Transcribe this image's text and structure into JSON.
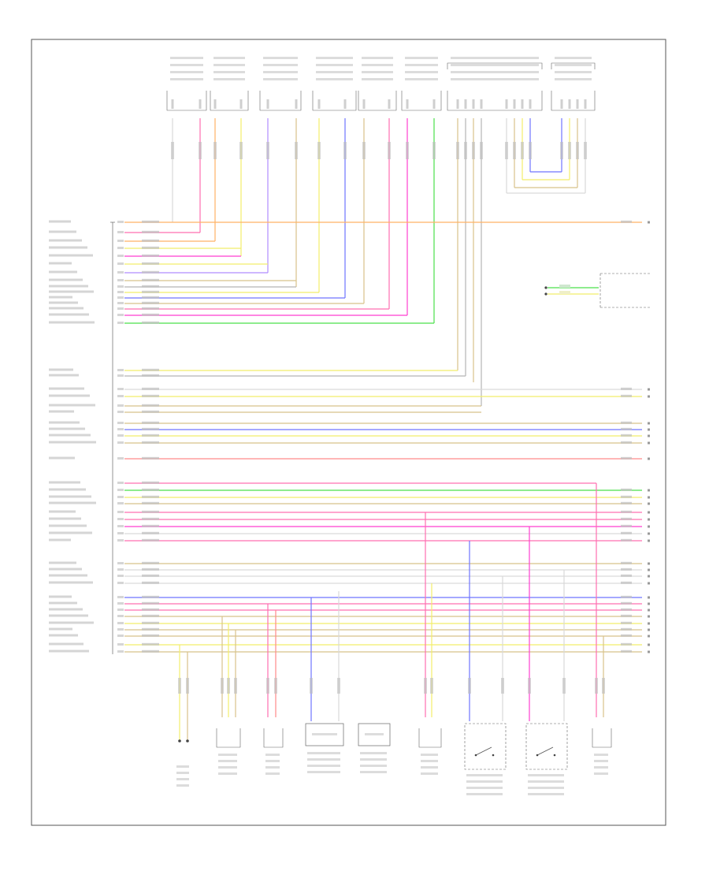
{
  "diagram": {
    "figure_ref": "",
    "module_label": "",
    "colors": {
      "orange": "#ffb266",
      "pink": "#ff6fb0",
      "magenta": "#ff3fd0",
      "violet": "#b18cff",
      "blue": "#6f74ff",
      "yellow": "#f2ee6a",
      "tan": "#d8c28a",
      "green": "#4be04b",
      "red": "#ff8a8a",
      "gray": "#b5b5b5",
      "lightgray": "#d9d9d9"
    },
    "top_connectors": [
      {
        "id": "c1",
        "label": ""
      },
      {
        "id": "c2",
        "label": ""
      },
      {
        "id": "c3",
        "label": ""
      },
      {
        "id": "c4",
        "label": ""
      },
      {
        "id": "c5",
        "label": ""
      },
      {
        "id": "c6",
        "label": ""
      },
      {
        "id": "c7",
        "label": ""
      },
      {
        "id": "c8",
        "label": ""
      },
      {
        "id": "c9",
        "label": ""
      }
    ],
    "right_component_label": "",
    "bottom_components": [
      {
        "id": "b1",
        "label": ""
      },
      {
        "id": "b2",
        "label": ""
      },
      {
        "id": "b3",
        "label": ""
      },
      {
        "id": "b4",
        "label": ""
      },
      {
        "id": "b5",
        "label": ""
      },
      {
        "id": "b6",
        "label": ""
      },
      {
        "id": "b7",
        "label": ""
      },
      {
        "id": "b8",
        "label": ""
      },
      {
        "id": "b9",
        "label": ""
      },
      {
        "id": "b10",
        "label": ""
      }
    ],
    "pin_label_count": 52
  }
}
